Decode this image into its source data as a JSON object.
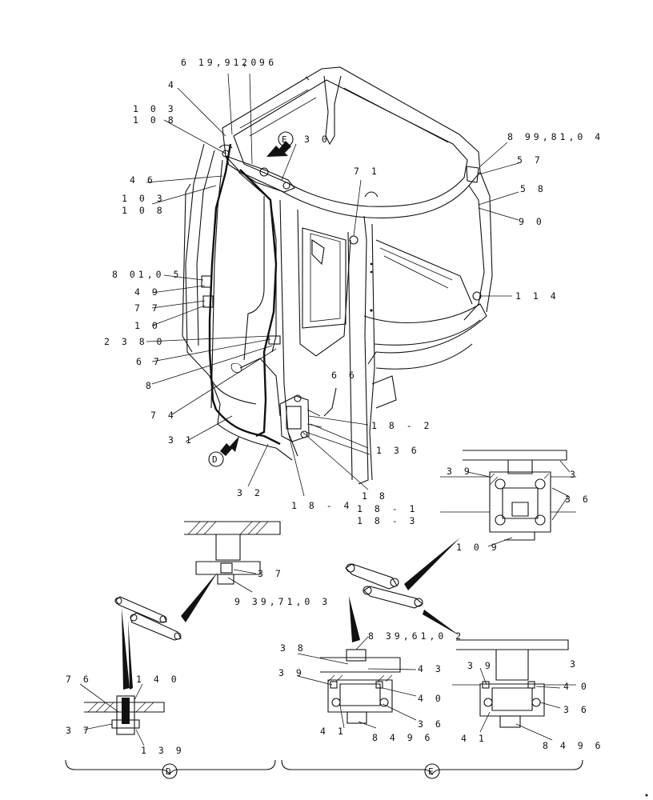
{
  "callouts": [
    {
      "id": "c_619",
      "text": "6 19,91,0 6"
    },
    {
      "id": "c_29",
      "text": "2 9"
    },
    {
      "id": "c_4",
      "text": "4"
    },
    {
      "id": "c_103a",
      "text": "1 0 3"
    },
    {
      "id": "c_108a",
      "text": "1 0 8"
    },
    {
      "id": "c_30",
      "text": "3 0"
    },
    {
      "id": "c_46",
      "text": "4 6"
    },
    {
      "id": "c_103b",
      "text": "1 0 3"
    },
    {
      "id": "c_108b",
      "text": "1 0 8"
    },
    {
      "id": "c_71",
      "text": "7 1"
    },
    {
      "id": "c_899",
      "text": "8 99,81,0 4"
    },
    {
      "id": "c_57",
      "text": "5 7"
    },
    {
      "id": "c_58",
      "text": "5 8"
    },
    {
      "id": "c_90",
      "text": "9 0"
    },
    {
      "id": "c_801",
      "text": "8 01,0 5"
    },
    {
      "id": "c_49",
      "text": "4 9"
    },
    {
      "id": "c_77",
      "text": "7 7"
    },
    {
      "id": "c_10",
      "text": "1 0"
    },
    {
      "id": "c_114",
      "text": "1 1 4"
    },
    {
      "id": "c_2380",
      "text": "2 3 8 0"
    },
    {
      "id": "c_67",
      "text": "6 7"
    },
    {
      "id": "c_8",
      "text": "8"
    },
    {
      "id": "c_66",
      "text": "6 6"
    },
    {
      "id": "c_74",
      "text": "7 4"
    },
    {
      "id": "c_18_2",
      "text": "1 8 - 2"
    },
    {
      "id": "c_31",
      "text": "3 1"
    },
    {
      "id": "c_136",
      "text": "1 3 6"
    },
    {
      "id": "c_39a",
      "text": "3 9"
    },
    {
      "id": "c_3a",
      "text": "3"
    },
    {
      "id": "c_32",
      "text": "3 2"
    },
    {
      "id": "c_18_4",
      "text": "1 8 - 4"
    },
    {
      "id": "c_18",
      "text": "1 8"
    },
    {
      "id": "c_18_1",
      "text": "1 8 - 1"
    },
    {
      "id": "c_18_3",
      "text": "1 8 - 3"
    },
    {
      "id": "c_36a",
      "text": "3 6"
    },
    {
      "id": "c_109",
      "text": "1 0 9"
    },
    {
      "id": "c_37a",
      "text": "3 7"
    },
    {
      "id": "c_939",
      "text": "9 39,71,0 3"
    },
    {
      "id": "c_839",
      "text": "8 39,61,0 2"
    },
    {
      "id": "c_38",
      "text": "3 8"
    },
    {
      "id": "c_43",
      "text": "4 3"
    },
    {
      "id": "c_39b",
      "text": "3 9"
    },
    {
      "id": "c_40a",
      "text": "4 0"
    },
    {
      "id": "c_36b",
      "text": "3 6"
    },
    {
      "id": "c_41a",
      "text": "4 1"
    },
    {
      "id": "c_8496a",
      "text": "8 4 9 6"
    },
    {
      "id": "c_3b",
      "text": "3"
    },
    {
      "id": "c_39c",
      "text": "3 9"
    },
    {
      "id": "c_40b",
      "text": "4 0"
    },
    {
      "id": "c_36c",
      "text": "3 6"
    },
    {
      "id": "c_41b",
      "text": "4 1"
    },
    {
      "id": "c_8496b",
      "text": "8 4 9 6"
    },
    {
      "id": "c_76",
      "text": "7 6"
    },
    {
      "id": "c_140",
      "text": "1 4 0"
    },
    {
      "id": "c_37b",
      "text": "3 7"
    },
    {
      "id": "c_139",
      "text": "1 3 9"
    }
  ],
  "view_markers": {
    "e_arrow": "E",
    "d_arrow": "D",
    "bracket_d": "D",
    "bracket_e": "E"
  }
}
